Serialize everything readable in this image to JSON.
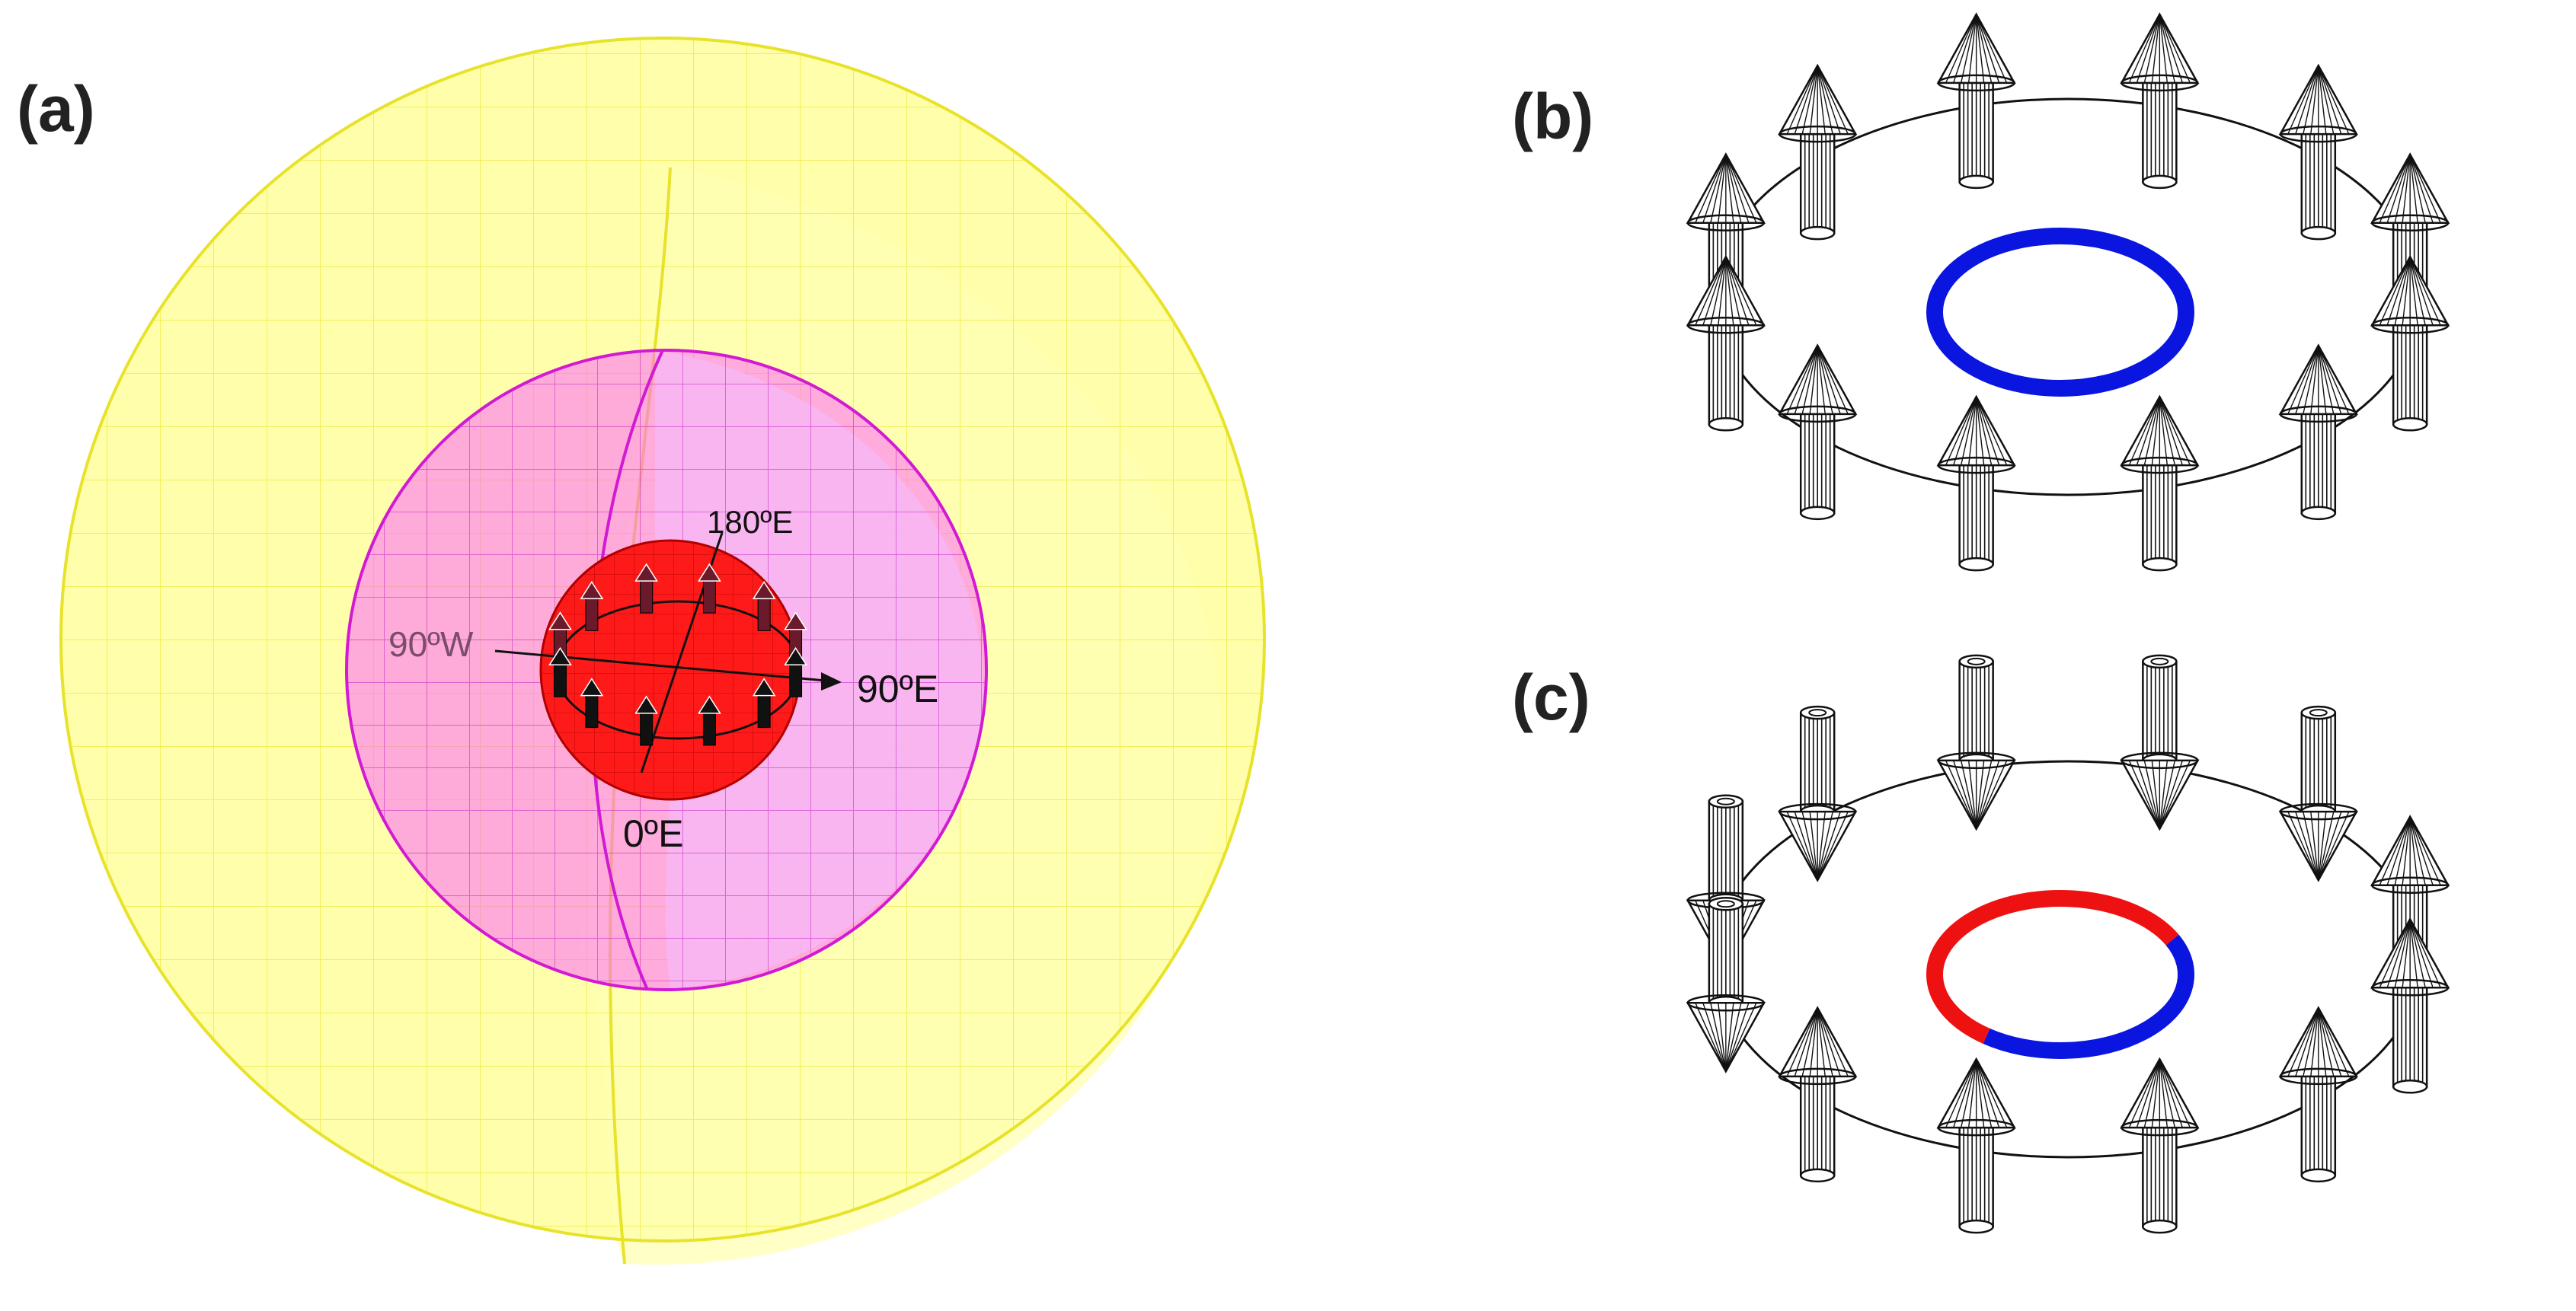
{
  "panels": {
    "a": {
      "label": "(a)",
      "labels": {
        "north": "180ºE",
        "west": "90ºW",
        "east": "90ºE",
        "south": "0ºE"
      },
      "colors": {
        "outer_sphere": "#ffff33",
        "middle_sphere": "#ee33ee",
        "inner_sphere": "#ff1a1a",
        "arrows": "#111111"
      }
    },
    "b": {
      "label": "(b)",
      "arrow_directions": [
        "up",
        "up",
        "up",
        "up",
        "up",
        "up",
        "up",
        "up",
        "up",
        "up",
        "up",
        "up"
      ],
      "ring": [
        {
          "color": "#0a16e0",
          "fraction": 1.0
        }
      ]
    },
    "c": {
      "label": "(c)",
      "arrow_directions": [
        "down",
        "down",
        "down",
        "down",
        "down",
        "down",
        "up",
        "up",
        "up",
        "up",
        "up",
        "up"
      ],
      "ring": [
        {
          "color": "#0a16e0",
          "fraction": 0.5
        },
        {
          "color": "#ee1111",
          "fraction": 0.5
        }
      ]
    }
  }
}
